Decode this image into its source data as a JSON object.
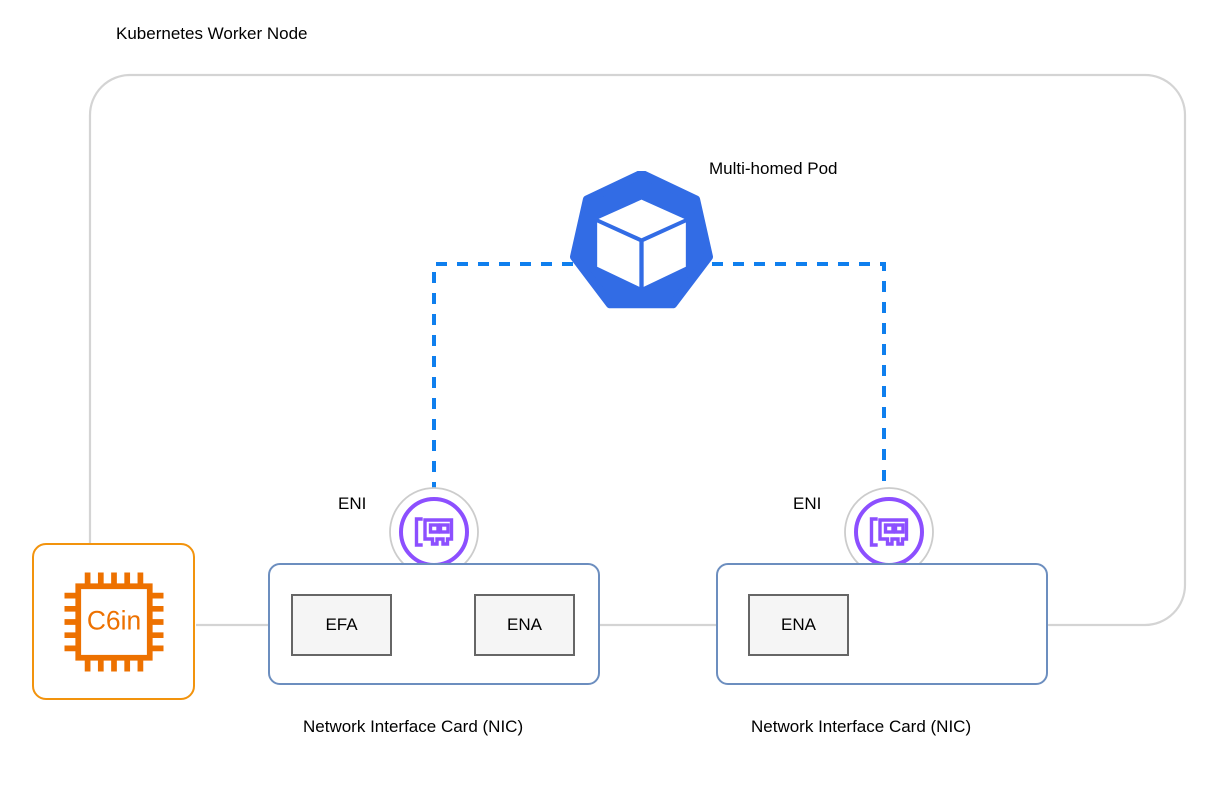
{
  "diagram": {
    "title": "Kubernetes Worker Node",
    "pod": {
      "label": "Multi-homed Pod",
      "icon": "kubernetes-logo-icon",
      "color": "#326ce5"
    },
    "enis": [
      {
        "label": "ENI",
        "icon": "network-interface-card-icon",
        "color": "#8c4fff"
      },
      {
        "label": "ENI",
        "icon": "network-interface-card-icon",
        "color": "#8c4fff"
      }
    ],
    "nics": [
      {
        "label": "Network Interface Card (NIC)",
        "border_color": "#6c8ebf",
        "adapters": [
          {
            "label": "EFA"
          },
          {
            "label": "ENA"
          }
        ]
      },
      {
        "label": "Network Interface Card (NIC)",
        "border_color": "#6c8ebf",
        "adapters": [
          {
            "label": "ENA"
          }
        ]
      }
    ],
    "instance": {
      "label": "C6in",
      "icon": "cpu-chip-icon",
      "color": "#ed7100"
    },
    "colors": {
      "node_boundary": "#d4d4d4",
      "connector": "#d0d0d0",
      "dashed_link": "#0f7fee",
      "nic_border": "#6c8ebf",
      "adapter_border": "#666666",
      "adapter_fill": "#f5f5f5",
      "eni_ring": "#cccccc",
      "eni_accent": "#8c4fff",
      "instance_accent": "#ed7100",
      "k8s_blue": "#326ce5",
      "text": "#000000"
    }
  }
}
